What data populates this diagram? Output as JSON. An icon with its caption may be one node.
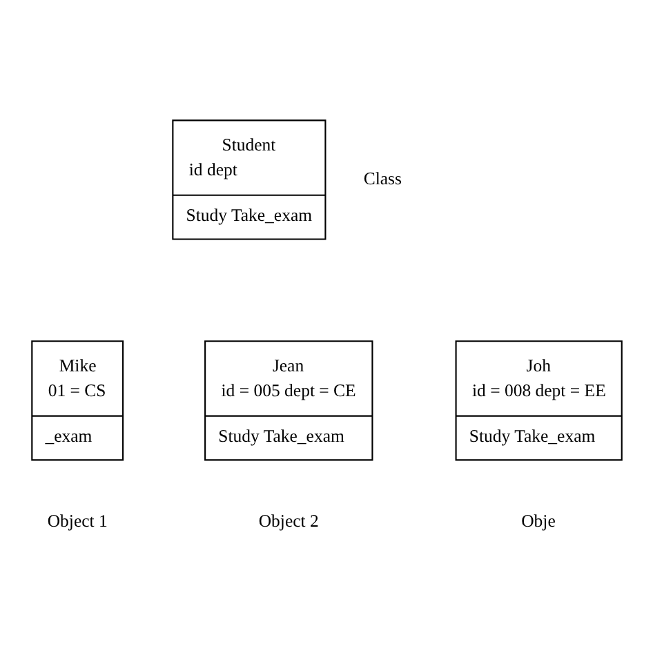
{
  "diagram": {
    "nodes": [
      {
        "text": [
          "Student",
          "id dept",
          "Study Take_exam"
        ],
        "beside": [
          "Class"
        ]
      },
      {
        "text": [
          "Mike",
          "01 = CS",
          "_exam"
        ],
        "beside": [
          "Object 1"
        ]
      },
      {
        "text": [
          "Jean",
          "id = 005 dept = CE",
          "Study Take_exam"
        ],
        "beside": [
          "Object 2"
        ]
      },
      {
        "text": [
          "Joh",
          "id = 008 dept = EE",
          "Study Take_exam"
        ],
        "beside": [
          "Obje"
        ]
      }
    ]
  }
}
